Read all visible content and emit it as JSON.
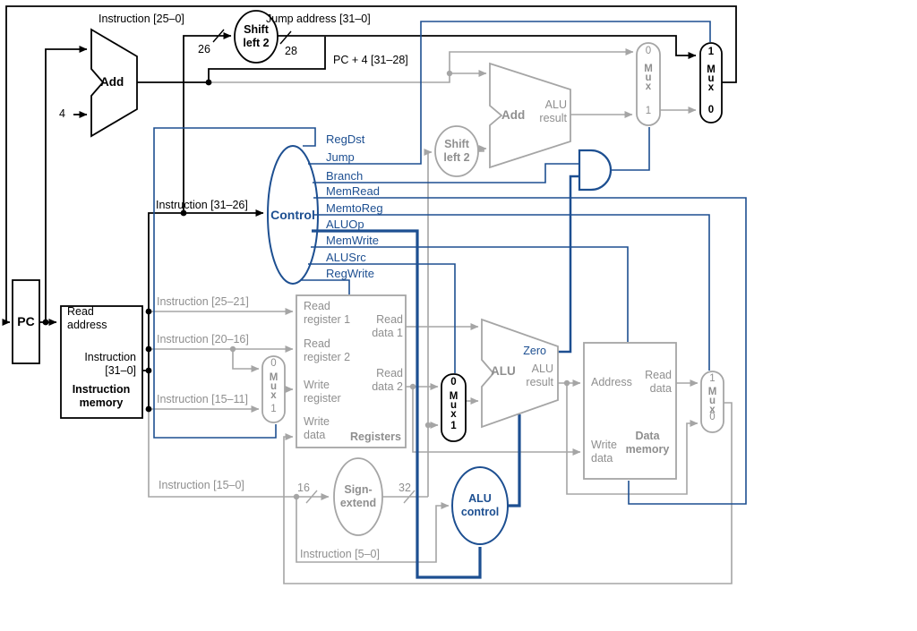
{
  "colors": {
    "accent_blue": "#1d4f91",
    "wire_gray": "#a5a5a5",
    "text_gray": "#8f8f8f",
    "wire_black": "#000000"
  },
  "blocks": {
    "pc": "PC",
    "imem_read_address": "Read\naddress",
    "imem_instruction": "Instruction\n[31–0]",
    "imem_title": "Instruction\nmemory",
    "add_pc": "Add",
    "add_branch": "Add",
    "add_branch_result": "ALU\nresult",
    "shift_left_top": "Shift\nleft 2",
    "shift_left_mid": "Shift\nleft 2",
    "control": "Control",
    "reg_read_register1": "Read\nregister 1",
    "reg_read_register2": "Read\nregister 2",
    "reg_write_register": "Write\nregister",
    "reg_write_data": "Write\ndata",
    "reg_read_data1": "Read\ndata 1",
    "reg_read_data2": "Read\ndata 2",
    "registers_title": "Registers",
    "alu": "ALU",
    "alu_result": "ALU\nresult",
    "zero": "Zero",
    "sign_extend": "Sign-\nextend",
    "alu_control": "ALU\ncontrol",
    "dmem_address": "Address",
    "dmem_read_data": "Read\ndata",
    "dmem_write_data": "Write\ndata",
    "dmem_title": "Data\nmemory"
  },
  "signals": {
    "regdst": "RegDst",
    "jump": "Jump",
    "branch": "Branch",
    "memread": "MemRead",
    "memtoreg": "MemtoReg",
    "aluop": "ALUOp",
    "memwrite": "MemWrite",
    "alusrc": "ALUSrc",
    "regwrite": "RegWrite"
  },
  "wires": {
    "instr_25_0": "Instruction [25–0]",
    "jump_address": "Jump address [31–0]",
    "pc_plus_4": "PC + 4 [31–28]",
    "instr_31_26": "Instruction [31–26]",
    "instr_25_21": "Instruction [25–21]",
    "instr_20_16": "Instruction [20–16]",
    "instr_15_11": "Instruction [15–11]",
    "instr_15_0": "Instruction [15–0]",
    "instr_5_0": "Instruction [5–0]"
  },
  "widths": {
    "w26": "26",
    "w28": "28",
    "w16": "16",
    "w32": "32",
    "const4": "4"
  },
  "mux": {
    "m": "M\nu\nx",
    "zero": "0",
    "one": "1"
  }
}
